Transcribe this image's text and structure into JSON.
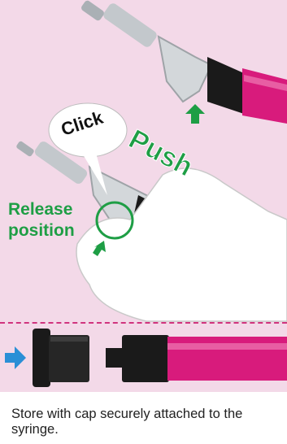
{
  "labels": {
    "click": "Click",
    "push": "Push",
    "release_line1": "Release",
    "release_line2": "position"
  },
  "caption": "Store with cap securely attached to the syringe.",
  "colors": {
    "background": "#f3d9e8",
    "accent_green": "#1e9e45",
    "syringe_pink": "#d81b7c",
    "cap_black": "#1a1a1a",
    "arrow_blue": "#2a8fd6",
    "divider": "#d0347e"
  }
}
